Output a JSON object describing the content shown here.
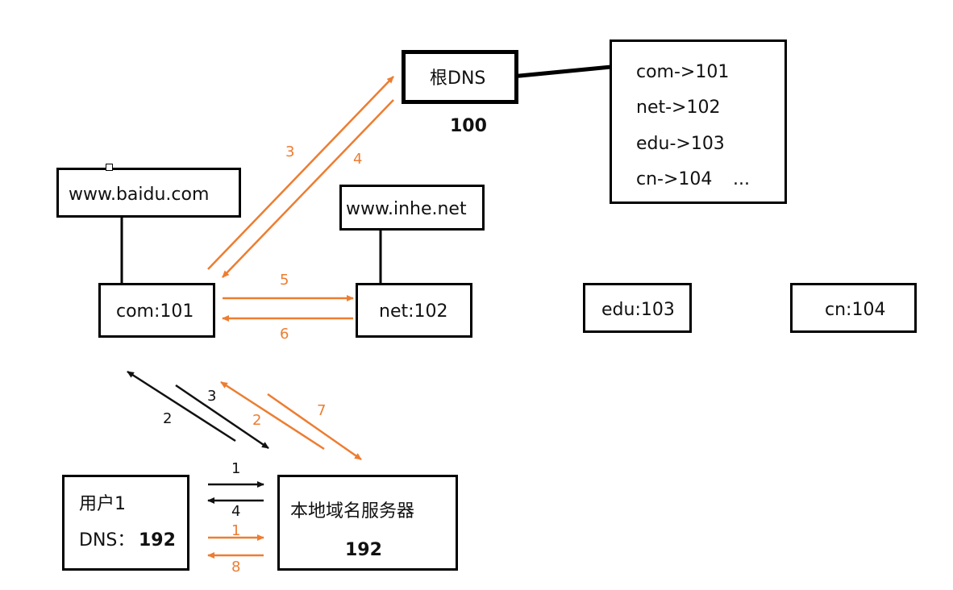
{
  "colors": {
    "accent": "#ED7D31",
    "line": "#000000"
  },
  "root": {
    "label": "根DNS",
    "ip": "100"
  },
  "root_table": {
    "rows": [
      "com->101",
      "net->102",
      "edu->103",
      "cn->104"
    ],
    "more": "..."
  },
  "baidu": {
    "label": "www.baidu.com"
  },
  "inhe": {
    "label": "www.inhe.net"
  },
  "com": {
    "label": "com:101"
  },
  "net": {
    "label": "net:102"
  },
  "edu": {
    "label": "edu:103"
  },
  "cn": {
    "label": "cn:104"
  },
  "user": {
    "name": "用户1",
    "dns_label": "DNS：",
    "dns_value": "192"
  },
  "local": {
    "label": "本地域名服务器",
    "ip": "192"
  },
  "steps": {
    "orange_3": "3",
    "orange_4": "4",
    "orange_5": "5",
    "orange_6": "6",
    "orange_2": "2",
    "orange_7": "7",
    "orange_1": "1",
    "orange_8": "8",
    "black_1": "1",
    "black_4": "4",
    "black_2": "2",
    "black_3": "3"
  }
}
